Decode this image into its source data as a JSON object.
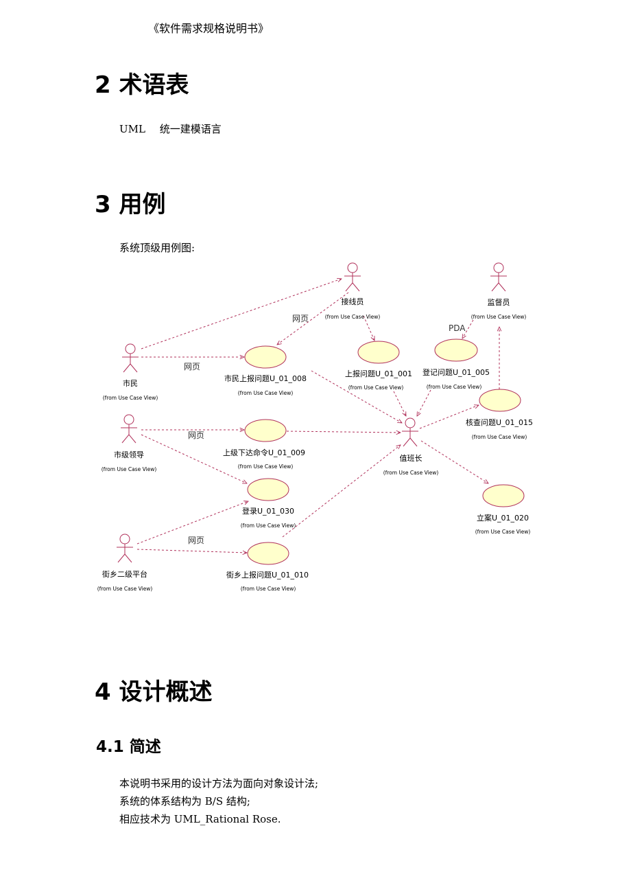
{
  "header": {
    "title": "《软件需求规格说明书》"
  },
  "section2": {
    "number": "2",
    "title": "术语表"
  },
  "glossary": {
    "term": "UML",
    "definition": "统一建模语言"
  },
  "section3": {
    "number": "3",
    "title": "用例"
  },
  "diagram_caption": "系统顶级用例图:",
  "diagram": {
    "from_label": "(from Use Case View)",
    "actors": {
      "jiexian": "接线员",
      "jiandu": "监督员",
      "shimin": "市民",
      "shiji": "市级领导",
      "jiexiang": "街乡二级平台",
      "zhiban": "值班长"
    },
    "usecases": {
      "u008": "市民上报问题U_01_008",
      "u001": "上报问题U_01_001",
      "u005": "登记问题U_01_005",
      "u015": "核查问题U_01_015",
      "u009": "上级下达命令U_01_009",
      "u030": "登录U_01_030",
      "u010": "街乡上报问题U_01_010",
      "u020": "立案U_01_020"
    },
    "edge_labels": {
      "web": "网页",
      "pda": "PDA"
    },
    "colors": {
      "stroke": "#b0305a",
      "usecase_fill": "#ffffcc"
    }
  },
  "section4": {
    "number": "4",
    "title": "设计概述"
  },
  "section41": {
    "number": "4.1",
    "title": "简述"
  },
  "overview": {
    "line1": "本说明书采用的设计方法为面向对象设计法;",
    "line2": "系统的体系结构为 B/S 结构;",
    "line3": "相应技术为  UML_Rational Rose."
  }
}
